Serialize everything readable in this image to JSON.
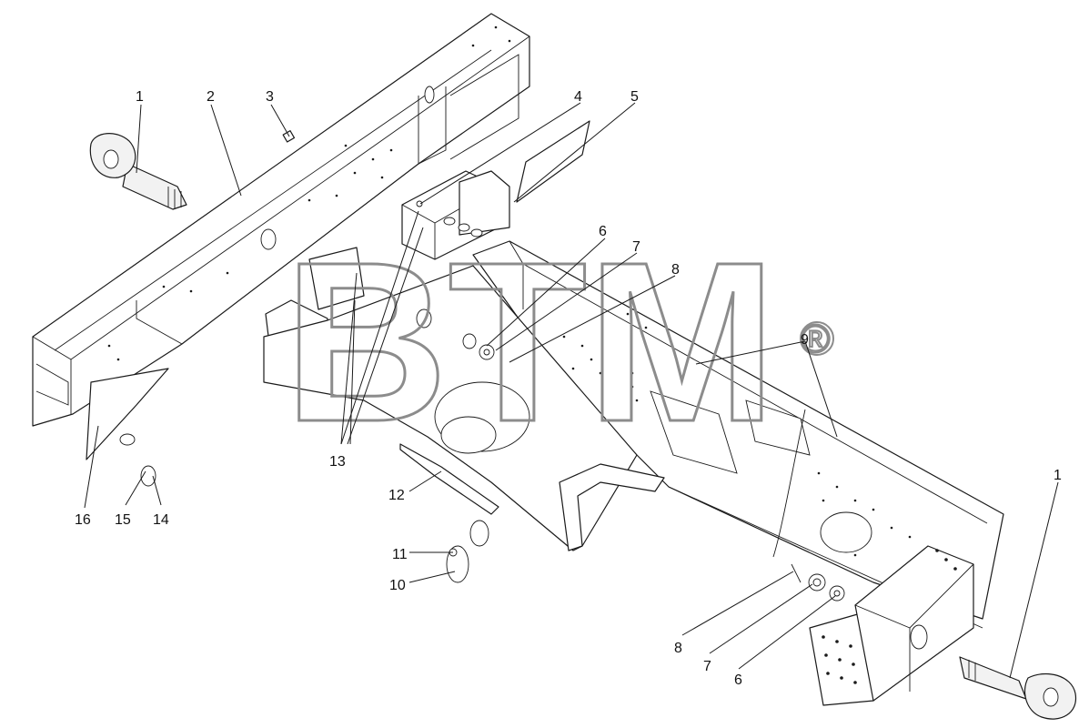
{
  "watermark": {
    "text": "BTM",
    "registered_mark": "®"
  },
  "callouts": [
    "1",
    "2",
    "3",
    "4",
    "5",
    "6",
    "7",
    "8",
    "9",
    "13",
    "16",
    "15",
    "14",
    "12",
    "11",
    "10",
    "8",
    "7",
    "6",
    "1"
  ]
}
